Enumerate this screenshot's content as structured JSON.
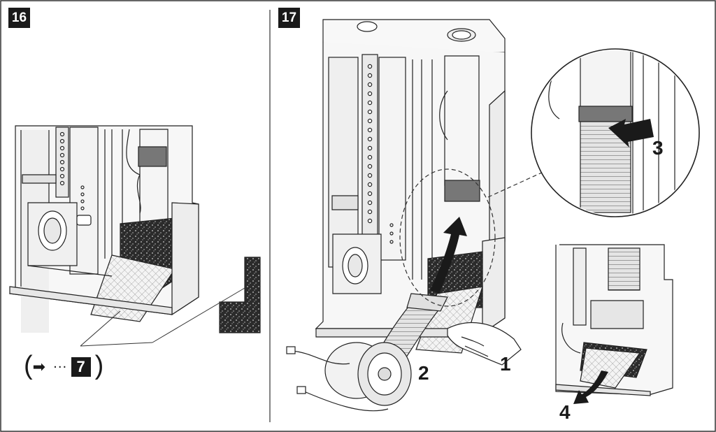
{
  "panels": [
    {
      "step": "16"
    },
    {
      "step": "17"
    }
  ],
  "callouts": {
    "c1": "1",
    "c2": "2",
    "c3": "3",
    "c4": "4"
  },
  "reference": {
    "open": "(",
    "arrow": "➡",
    "dots": "···",
    "target": "7",
    "close": ")"
  }
}
